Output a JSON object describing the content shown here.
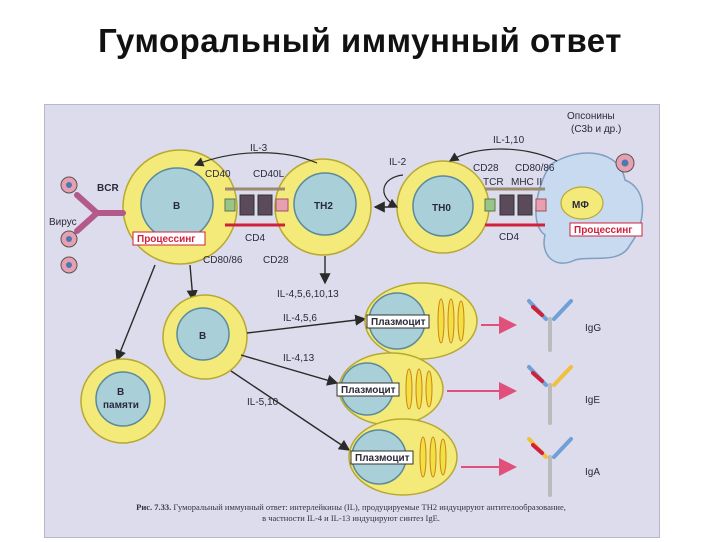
{
  "title": "Гуморальный иммунный ответ",
  "labels": {
    "bcr": "BCR",
    "virus": "Вирус",
    "b": "B",
    "th2": "TH2",
    "th0": "TH0",
    "mf": "МФ",
    "b_memory_1": "B",
    "b_memory_2": "памяти",
    "processing": "Процессинг",
    "plasmocyte": "Плазмоцит",
    "cd40": "CD40",
    "cd40l": "CD40L",
    "cd4": "CD4",
    "cd80_86": "CD80/86",
    "cd28": "CD28",
    "tcr": "TCR",
    "mhc2": "MHC II",
    "il3": "IL-3",
    "il2": "IL-2",
    "il1_10": "IL-1,10",
    "opsonins_1": "Опсонины",
    "opsonins_2": "(C3b и др.)",
    "il_4_5_6_10_13": "IL-4,5,6,10,13",
    "il_4_5_6": "IL-4,5,6",
    "il_4_13": "IL-4,13",
    "il_5_10": "IL-5,10",
    "igg": "IgG",
    "ige": "IgE",
    "iga": "IgA"
  },
  "caption": {
    "label": "Рис. 7.33.",
    "line1": "Гуморальный иммунный ответ: интерлейкины (IL), продуцируемые TH2 индуцируют антителообразование,",
    "line2": "в частности IL-4 и IL-13 индуцируют синтез IgE."
  },
  "colors": {
    "cell_outer": "#f3ea7a",
    "cell_inner": "#a9cfd9",
    "mf_body": "#c8daf0",
    "processing": "#d0203c",
    "arrow": "#2a2a2a",
    "magenta_arrow": "#e0507a"
  }
}
